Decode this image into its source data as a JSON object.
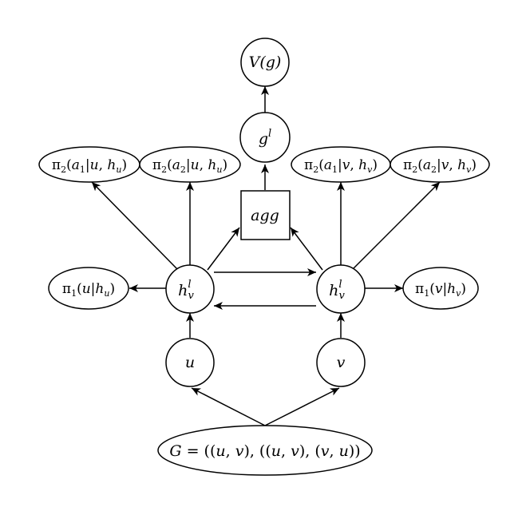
{
  "nodes": {
    "V_g": "V(g)",
    "g_l": "g^l",
    "agg": "agg",
    "pi2_a1_u": "π2(a1|u, hu)",
    "pi2_a2_u": "π2(a2|u, hu)",
    "pi2_a1_v": "π2(a1|v, hv)",
    "pi2_a2_v": "π2(a2|v, hv)",
    "pi1_u": "π1(u|hu)",
    "pi1_v": "π1(v|hv)",
    "h_left": "h_v^l",
    "h_right": "h_v^l",
    "u": "u",
    "v": "v",
    "G": "G = ((u, v), ((u, v), (v, u))"
  }
}
